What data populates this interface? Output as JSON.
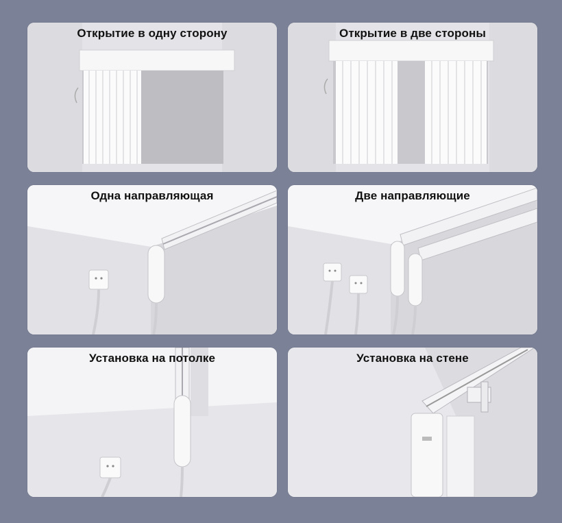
{
  "cards": [
    {
      "title": "Открытие в одну сторону"
    },
    {
      "title": "Открытие в две стороны"
    },
    {
      "title": "Одна направляющая"
    },
    {
      "title": "Две направляющие"
    },
    {
      "title": "Установка на потолке"
    },
    {
      "title": "Установка на стене"
    }
  ],
  "colors": {
    "background": "#7b8197",
    "card": "#e9e9ec",
    "title": "#111111"
  }
}
